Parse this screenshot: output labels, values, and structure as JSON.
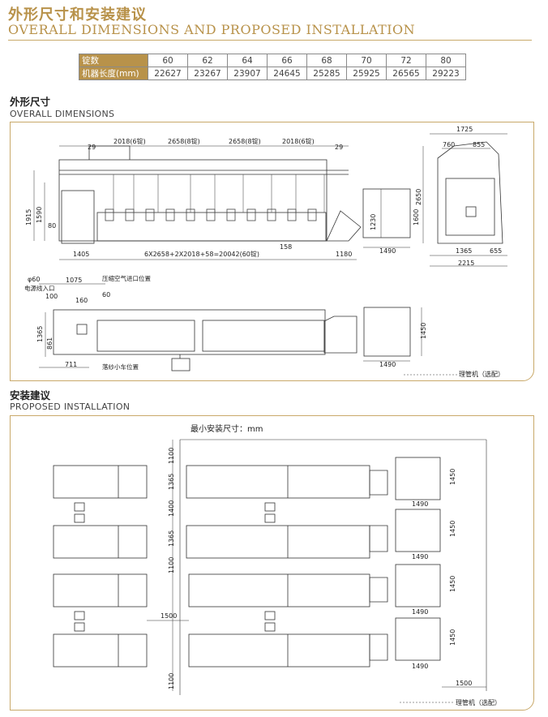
{
  "header": {
    "title_cn": "外形尺寸和安装建议",
    "title_en": "OVERALL DIMENSIONS AND PROPOSED INSTALLATION"
  },
  "spec_table": {
    "row1_label": "锭数",
    "row2_label": "机器长度(mm)",
    "spindles": [
      "60",
      "62",
      "64",
      "66",
      "68",
      "70",
      "72",
      "80"
    ],
    "lengths": [
      "22627",
      "23267",
      "23907",
      "24645",
      "25285",
      "25925",
      "26565",
      "29223"
    ]
  },
  "overall": {
    "title_cn": "外形尺寸",
    "title_en": "OVERALL DIMENSIONS",
    "top_dims": [
      "29",
      "2018(6锭)",
      "2658(8锭)",
      "2658(8锭)",
      "2018(6锭)",
      "29"
    ],
    "height_dims": [
      "1915",
      "1590",
      "80"
    ],
    "bottom_dims": [
      "1405",
      "6X2658+2X2018+58=20042(60锭)",
      "1180",
      "158"
    ],
    "box_dims": [
      "1230",
      "1490"
    ],
    "side_dims": [
      "1725",
      "760",
      "855",
      "2650",
      "1600",
      "1365",
      "655",
      "2215"
    ],
    "plan_dims": [
      "φ60",
      "1075",
      "100",
      "160",
      "60",
      "1365",
      "861",
      "711",
      "1450",
      "1490"
    ],
    "plan_notes": [
      "电源线入口",
      "压缩空气进口位置",
      "落纱小车位置"
    ],
    "sorter_label": "理管机（选配）"
  },
  "install": {
    "title_cn": "安装建议",
    "title_en": "PROPOSED INSTALLATION",
    "min_size": "最小安装尺寸：mm",
    "dims_left": [
      "1100",
      "1365",
      "1400",
      "1365",
      "1100",
      "1100"
    ],
    "box_widths": [
      "1490",
      "1490",
      "1490",
      "1490"
    ],
    "box_heights": [
      "1450",
      "1450",
      "1450",
      "1450"
    ],
    "gap_1500a": "1500",
    "gap_1500b": "1500",
    "sorter_label": "理管机（选配）"
  }
}
